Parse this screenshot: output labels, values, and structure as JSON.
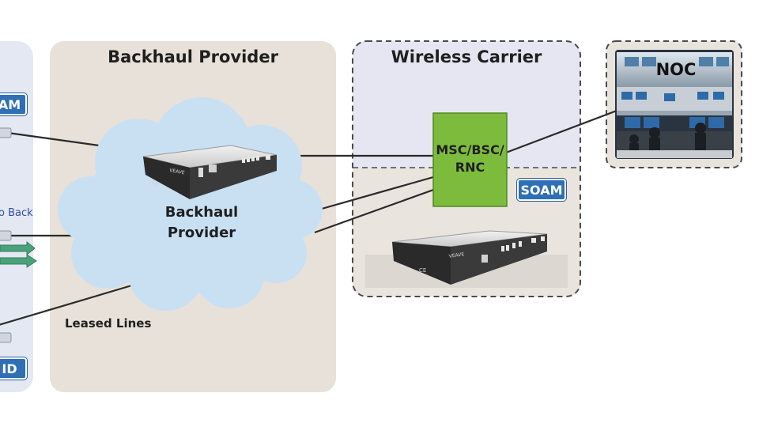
{
  "regions": {
    "backhaul_provider": "Backhaul Provider",
    "wireless_carrier": "Wireless Carrier",
    "noc": "NOC"
  },
  "cloud_label": {
    "line1": "Backhaul",
    "line2": "Provider"
  },
  "controller": {
    "line1": "MSC/BSC/",
    "line2": "RNC"
  },
  "badges": {
    "soam_left": "AM",
    "soam_right": "SOAM",
    "id_left": "ID"
  },
  "left_labels": {
    "loop_back": "o Back"
  },
  "link_labels": {
    "leased_lines": "Leased Lines"
  },
  "device_brand": "VEAVE",
  "device_mark": "CE",
  "colors": {
    "backhaul_panel": "#e7e1d9",
    "carrier_panel_top": "#e6e6f3",
    "left_panel": "#e4e8f3",
    "cloud": "#c9e0f3",
    "controller": "#7dbb3d",
    "badge": "#2f6fb6",
    "link_line": "#2a2a2a",
    "green_arrow": "#4aa27a"
  }
}
